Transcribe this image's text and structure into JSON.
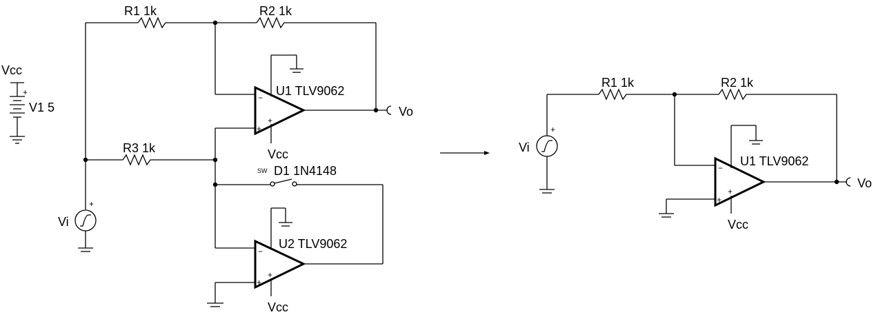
{
  "left_circuit": {
    "supply": {
      "rail": "Vcc",
      "source": "V1 5",
      "polarity": "+"
    },
    "r1": "R1 1k",
    "r2": "R2 1k",
    "r3": "R3 1k",
    "u1": "U1 TLV9062",
    "u2": "U2 TLV9062",
    "switch_tag": "SW",
    "d1": "D1 1N4148",
    "vi": "Vi",
    "vo": "Vo",
    "vcc_u1": "Vcc",
    "vcc_u2": "Vcc",
    "u1_minus": "−",
    "u1_plus": "+",
    "u1_plus2": "+",
    "u2_minus": "−",
    "u2_plus": "+",
    "u2_plus2": "+",
    "vi_polarity": "+"
  },
  "right_circuit": {
    "r1": "R1 1k",
    "r2": "R2 1k",
    "u1": "U1 TLV9062",
    "vi": "Vi",
    "vo": "Vo",
    "vcc": "Vcc",
    "u1_minus": "−",
    "u1_plus": "+",
    "u1_plus2": "+",
    "vi_polarity": "+"
  }
}
